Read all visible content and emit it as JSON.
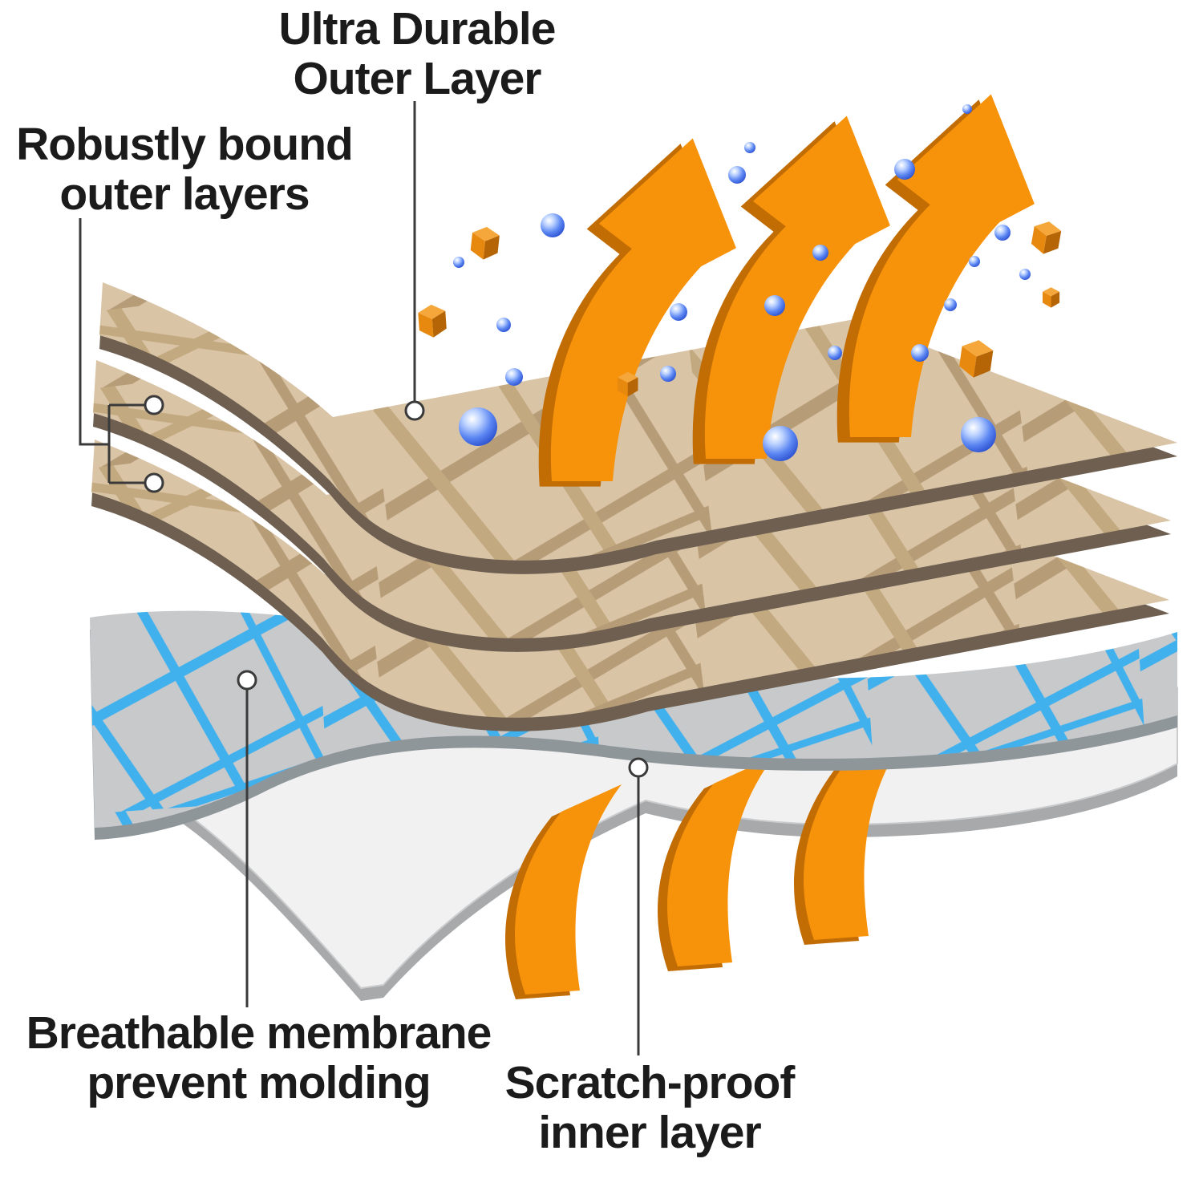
{
  "labels": {
    "ultra_durable": {
      "line1": "Ultra Durable",
      "line2": "Outer Layer"
    },
    "robustly_bound": {
      "line1": "Robustly bound",
      "line2": "outer layers"
    },
    "breathable": {
      "line1": "Breathable membrane",
      "line2": "prevent molding"
    },
    "scratch_proof": {
      "line1": "Scratch-proof",
      "line2": "inner layer"
    }
  },
  "icons": {
    "airflow_arrow": "orange curved up arrow",
    "airflow_band": "orange curved band",
    "moisture_bubble": "blue sphere",
    "dirt_particle": "orange cube",
    "callout_marker": "small circle marker"
  },
  "colors": {
    "page_bg": "#ffffff",
    "text_color": "#1b1b1b",
    "callout_color": "#3a3a3a",
    "orange": "#f7920b",
    "orange_dark": "#c26c04",
    "tan_bg": "#d9c4a6",
    "tan_line": "#b79c78",
    "tan_line_2": "#c3a980",
    "brown_edge": "#6e5f51",
    "membrane_bg": "#c7c9cb",
    "membrane_edge": "#8f969a",
    "blue_line": "#41b1ee",
    "inner_white": "#f1f1f1",
    "inner_edge": "#a7a9ab",
    "inner_stroke": "#c9cbcd",
    "bubble_blue": "#2c55d8",
    "cube_top": "#f5a73b",
    "cube_front": "#e8890f",
    "cube_side": "#b56505"
  }
}
